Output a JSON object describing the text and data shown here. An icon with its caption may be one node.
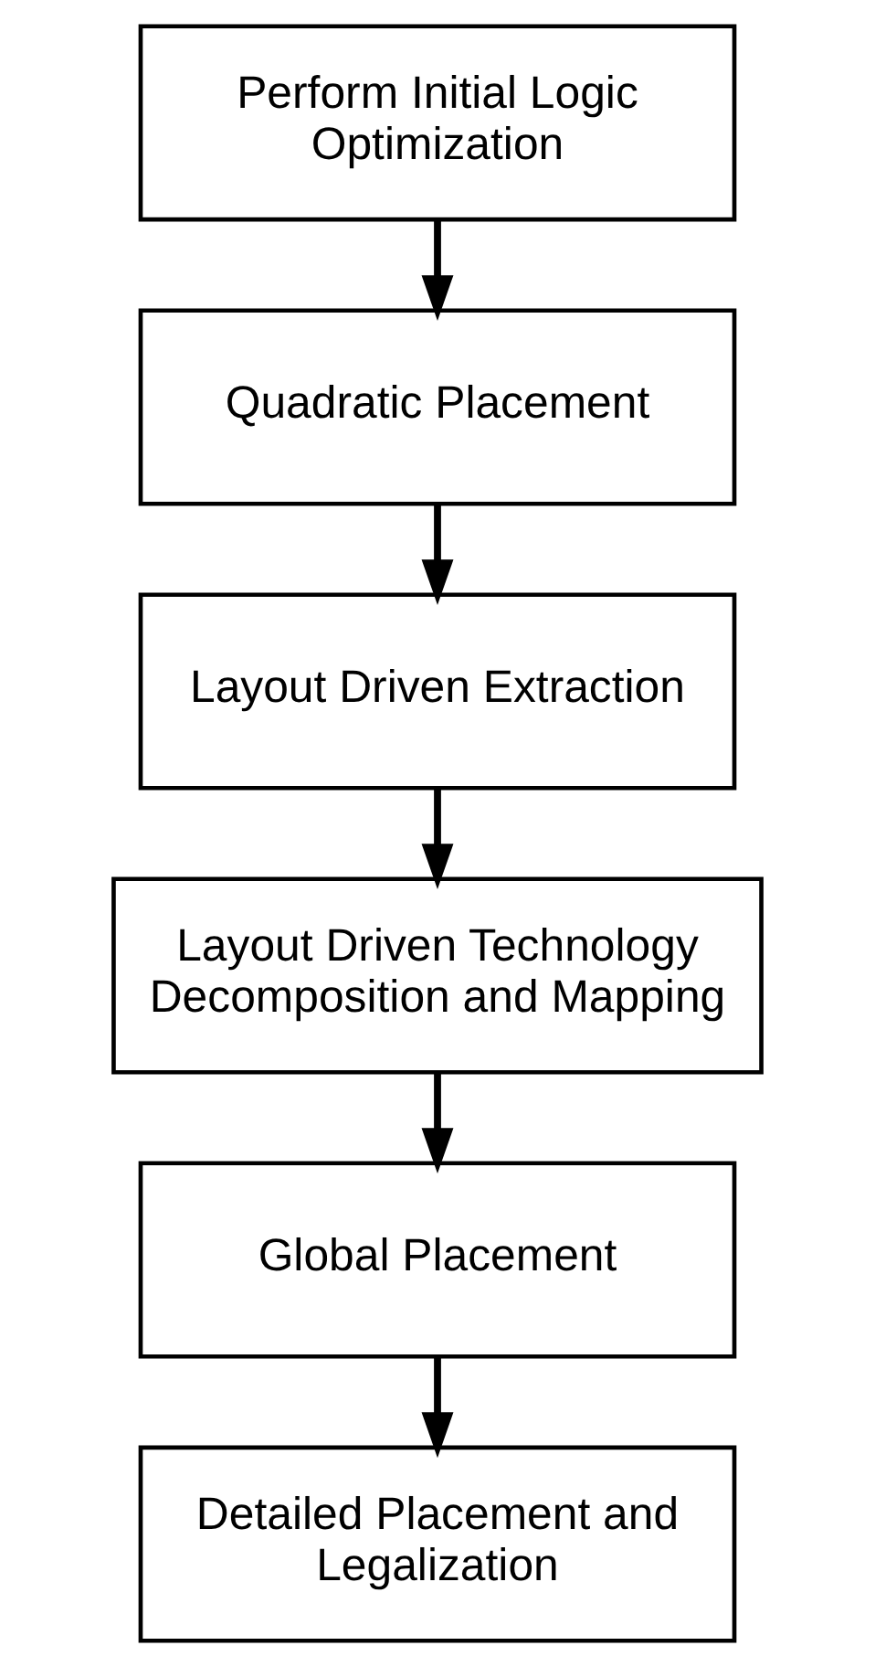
{
  "diagram": {
    "nodes": [
      {
        "text": [
          "Perform Initial Logic Optimization"
        ]
      },
      {
        "text": [
          "Quadratic Placement"
        ]
      },
      {
        "text": [
          "Layout Driven Extraction"
        ]
      },
      {
        "text": [
          "Layout Driven Technology Decomposition and Mapping"
        ]
      },
      {
        "text": [
          "Global Placement"
        ]
      },
      {
        "text": [
          "Detailed Placement and Legalization"
        ]
      }
    ],
    "edges": [
      {
        "from": 0,
        "to": 1,
        "arrow": "to"
      },
      {
        "from": 1,
        "to": 2,
        "arrow": "to"
      },
      {
        "from": 2,
        "to": 3,
        "arrow": "to"
      },
      {
        "from": 3,
        "to": 4,
        "arrow": "to"
      },
      {
        "from": 4,
        "to": 5,
        "arrow": "to"
      }
    ]
  }
}
